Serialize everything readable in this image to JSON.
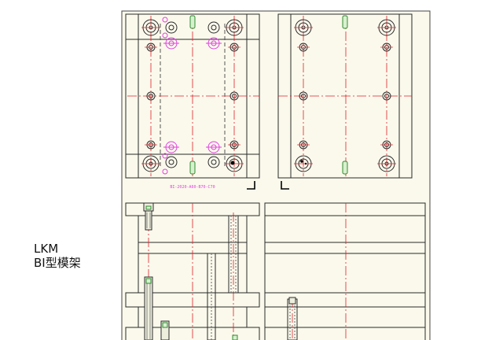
{
  "caption": {
    "line1": "LKM",
    "line2": "BI型模架"
  },
  "drawing": {
    "part_label": "BI-2020-A60-B70-C70",
    "colors": {
      "paper": "#fbf9ec",
      "outline": "#2a2a2a",
      "centerline": "#e0202a",
      "hidden_line": "#555555",
      "magenta": "#e040e0",
      "green": "#2e8b2e",
      "dark_mark": "#000000"
    },
    "icons": [
      "bolt-hole-icon",
      "guide-bushing-icon",
      "dowel-pin-icon",
      "corner-mark-icon",
      "screw-icon",
      "return-pin-icon"
    ]
  }
}
